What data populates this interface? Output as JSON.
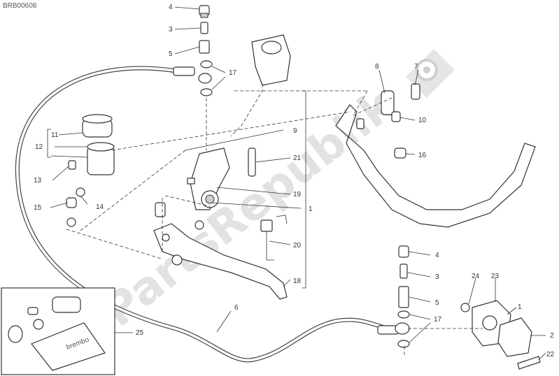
{
  "diagram": {
    "code": "BRB00608",
    "watermark": "PartsRepublik",
    "callouts": {
      "c1a": "1",
      "c1b": "1",
      "c2": "2",
      "c3a": "3",
      "c3b": "3",
      "c4a": "4",
      "c4b": "4",
      "c5a": "5",
      "c5b": "5",
      "c6": "6",
      "c7": "7",
      "c8": "8",
      "c9": "9",
      "c10": "10",
      "c11": "11",
      "c12": "12",
      "c13": "13",
      "c14": "14",
      "c15": "15",
      "c16": "16",
      "c17a": "17",
      "c17b": "17",
      "c18": "18",
      "c19": "19",
      "c20": "20",
      "c21": "21",
      "c22": "22",
      "c23": "23",
      "c24": "24",
      "c25": "25"
    },
    "kit_logo": "brembo"
  },
  "colors": {
    "line": "#333333",
    "watermark": "#e2e2e2",
    "gear_icon": "#dddddd"
  }
}
